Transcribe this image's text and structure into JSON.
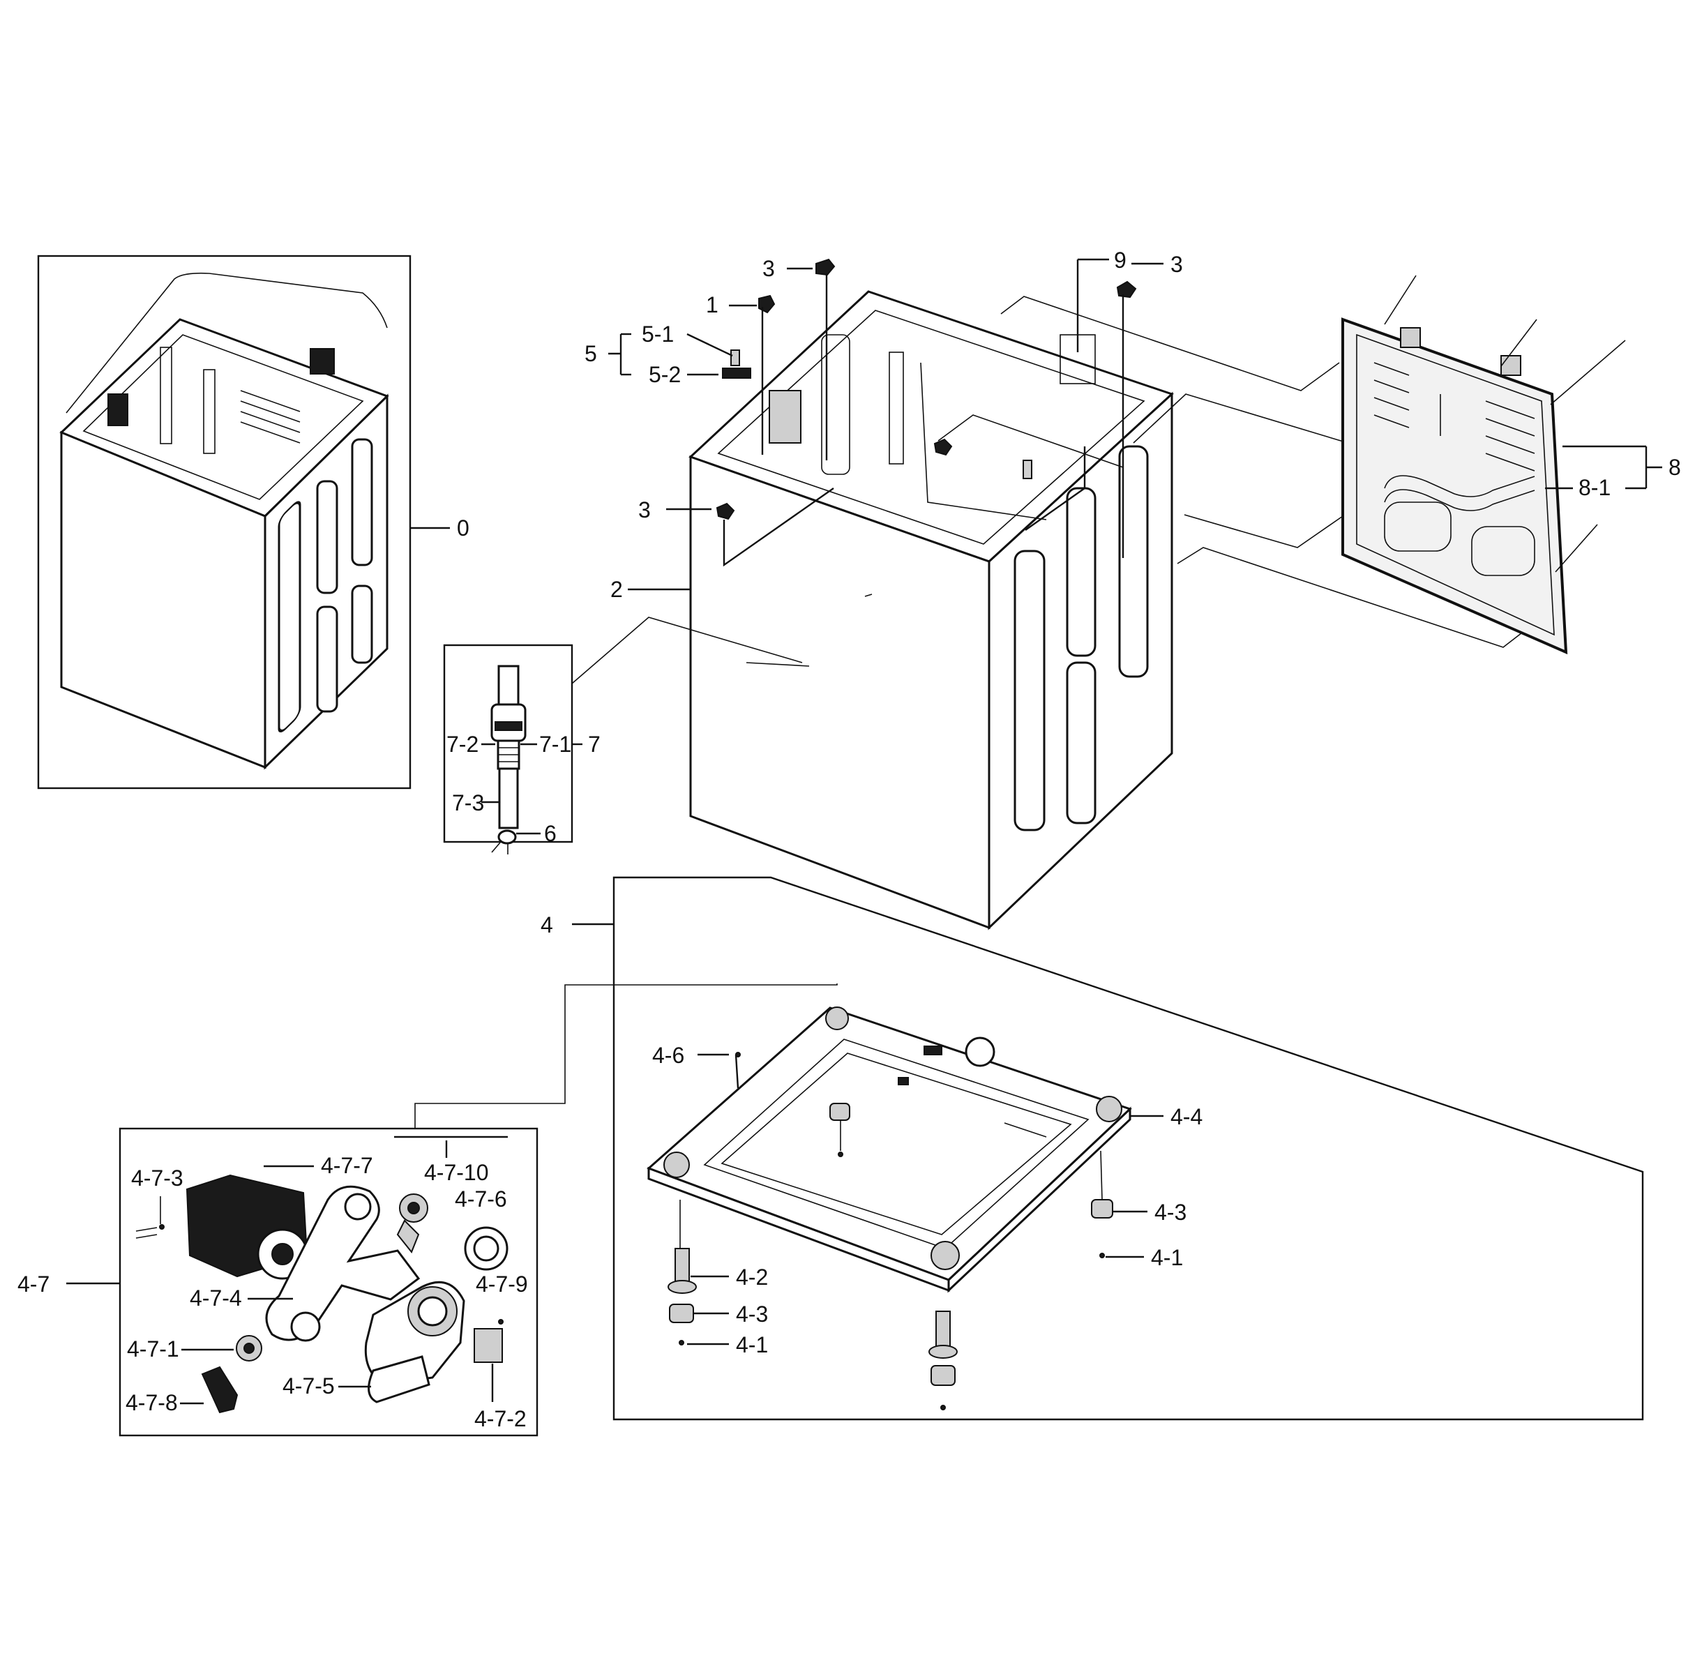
{
  "labels": {
    "p0": "0",
    "p1": "1",
    "p2": "2",
    "p3a": "3",
    "p3b": "3",
    "p3c": "3",
    "p4": "4",
    "p4_1a": "4-1",
    "p4_1b": "4-1",
    "p4_2": "4-2",
    "p4_3a": "4-3",
    "p4_3b": "4-3",
    "p4_4": "4-4",
    "p4_6": "4-6",
    "p4_7": "4-7",
    "p4_7_1": "4-7-1",
    "p4_7_2": "4-7-2",
    "p4_7_3": "4-7-3",
    "p4_7_4": "4-7-4",
    "p4_7_5": "4-7-5",
    "p4_7_6": "4-7-6",
    "p4_7_7": "4-7-7",
    "p4_7_8": "4-7-8",
    "p4_7_9": "4-7-9",
    "p4_7_10": "4-7-10",
    "p5": "5",
    "p5_1": "5-1",
    "p5_2": "5-2",
    "p6": "6",
    "p7": "7",
    "p7_1": "7-1",
    "p7_2": "7-2",
    "p7_3": "7-3",
    "p8": "8",
    "p8_1": "8-1",
    "p9": "9"
  }
}
